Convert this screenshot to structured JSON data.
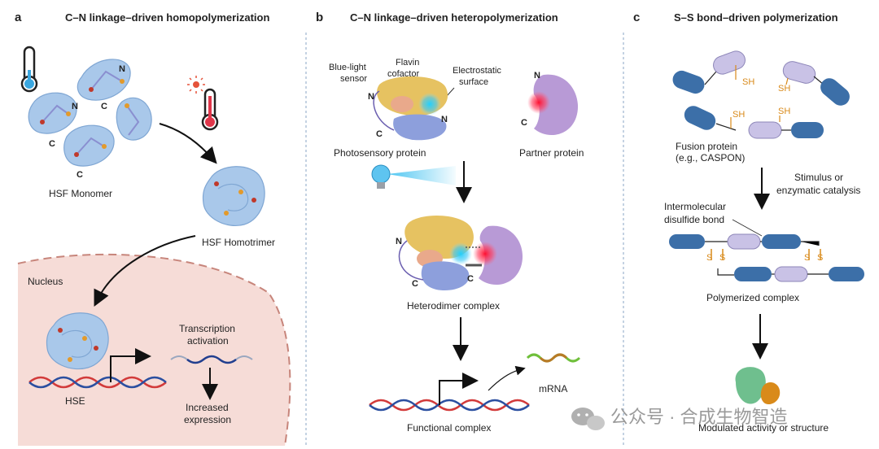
{
  "panels": {
    "a": {
      "letter": "a",
      "title": "C–N linkage–driven homopolymerization",
      "terminals": {
        "n": "N",
        "c": "C"
      },
      "labels": {
        "monomer": "HSF Monomer",
        "homotrimer": "HSF Homotrimer",
        "nucleus": "Nucleus",
        "transcription_1": "Transcription",
        "transcription_2": "activation",
        "hse": "HSE",
        "increased_1": "Increased",
        "increased_2": "expression"
      }
    },
    "b": {
      "letter": "b",
      "title": "C–N linkage–driven heteropolymerization",
      "terminals": {
        "n": "N",
        "c": "C"
      },
      "labels": {
        "bluelight_1": "Blue-light",
        "bluelight_2": "sensor",
        "flavin_1": "Flavin",
        "flavin_2": "cofactor",
        "electro_1": "Electrostatic",
        "electro_2": "surface",
        "photosensory": "Photosensory protein",
        "partner": "Partner protein",
        "heterodimer": "Heterodimer complex",
        "mrna": "mRNA",
        "functional": "Functional complex"
      }
    },
    "c": {
      "letter": "c",
      "title": "S–S bond–driven polymerization",
      "sh": "SH",
      "s": "S",
      "labels": {
        "fusion_1": "Fusion protein",
        "fusion_2": "(e.g., CASPON)",
        "stimulus_1": "Stimulus or",
        "stimulus_2": "enzymatic catalysis",
        "inter_1": "Intermolecular",
        "inter_2": "disulfide bond",
        "polymerized": "Polymerized complex",
        "modulated": "Modulated activity or structure"
      }
    }
  },
  "watermark": "公众号 · 合成生物智造",
  "colors": {
    "blue_protein": "#a9c8ea",
    "blue_dark": "#3c6fa8",
    "lavender": "#c9c2e6",
    "yellow": "#e6c261",
    "peach": "#e9a98b",
    "periwinkle": "#8d9fdc",
    "purple": "#b89ad6",
    "red_glow": "#ff2a4a",
    "cyan_glow": "#35c7f0",
    "nucleus": "#f6dcd7",
    "orange": "#d98a1a",
    "green": "#6fbf8e"
  },
  "icons": [
    "thermometer-cold-icon",
    "thermometer-hot-icon",
    "sun-icon",
    "lightbulb-icon",
    "wechat-icon"
  ]
}
